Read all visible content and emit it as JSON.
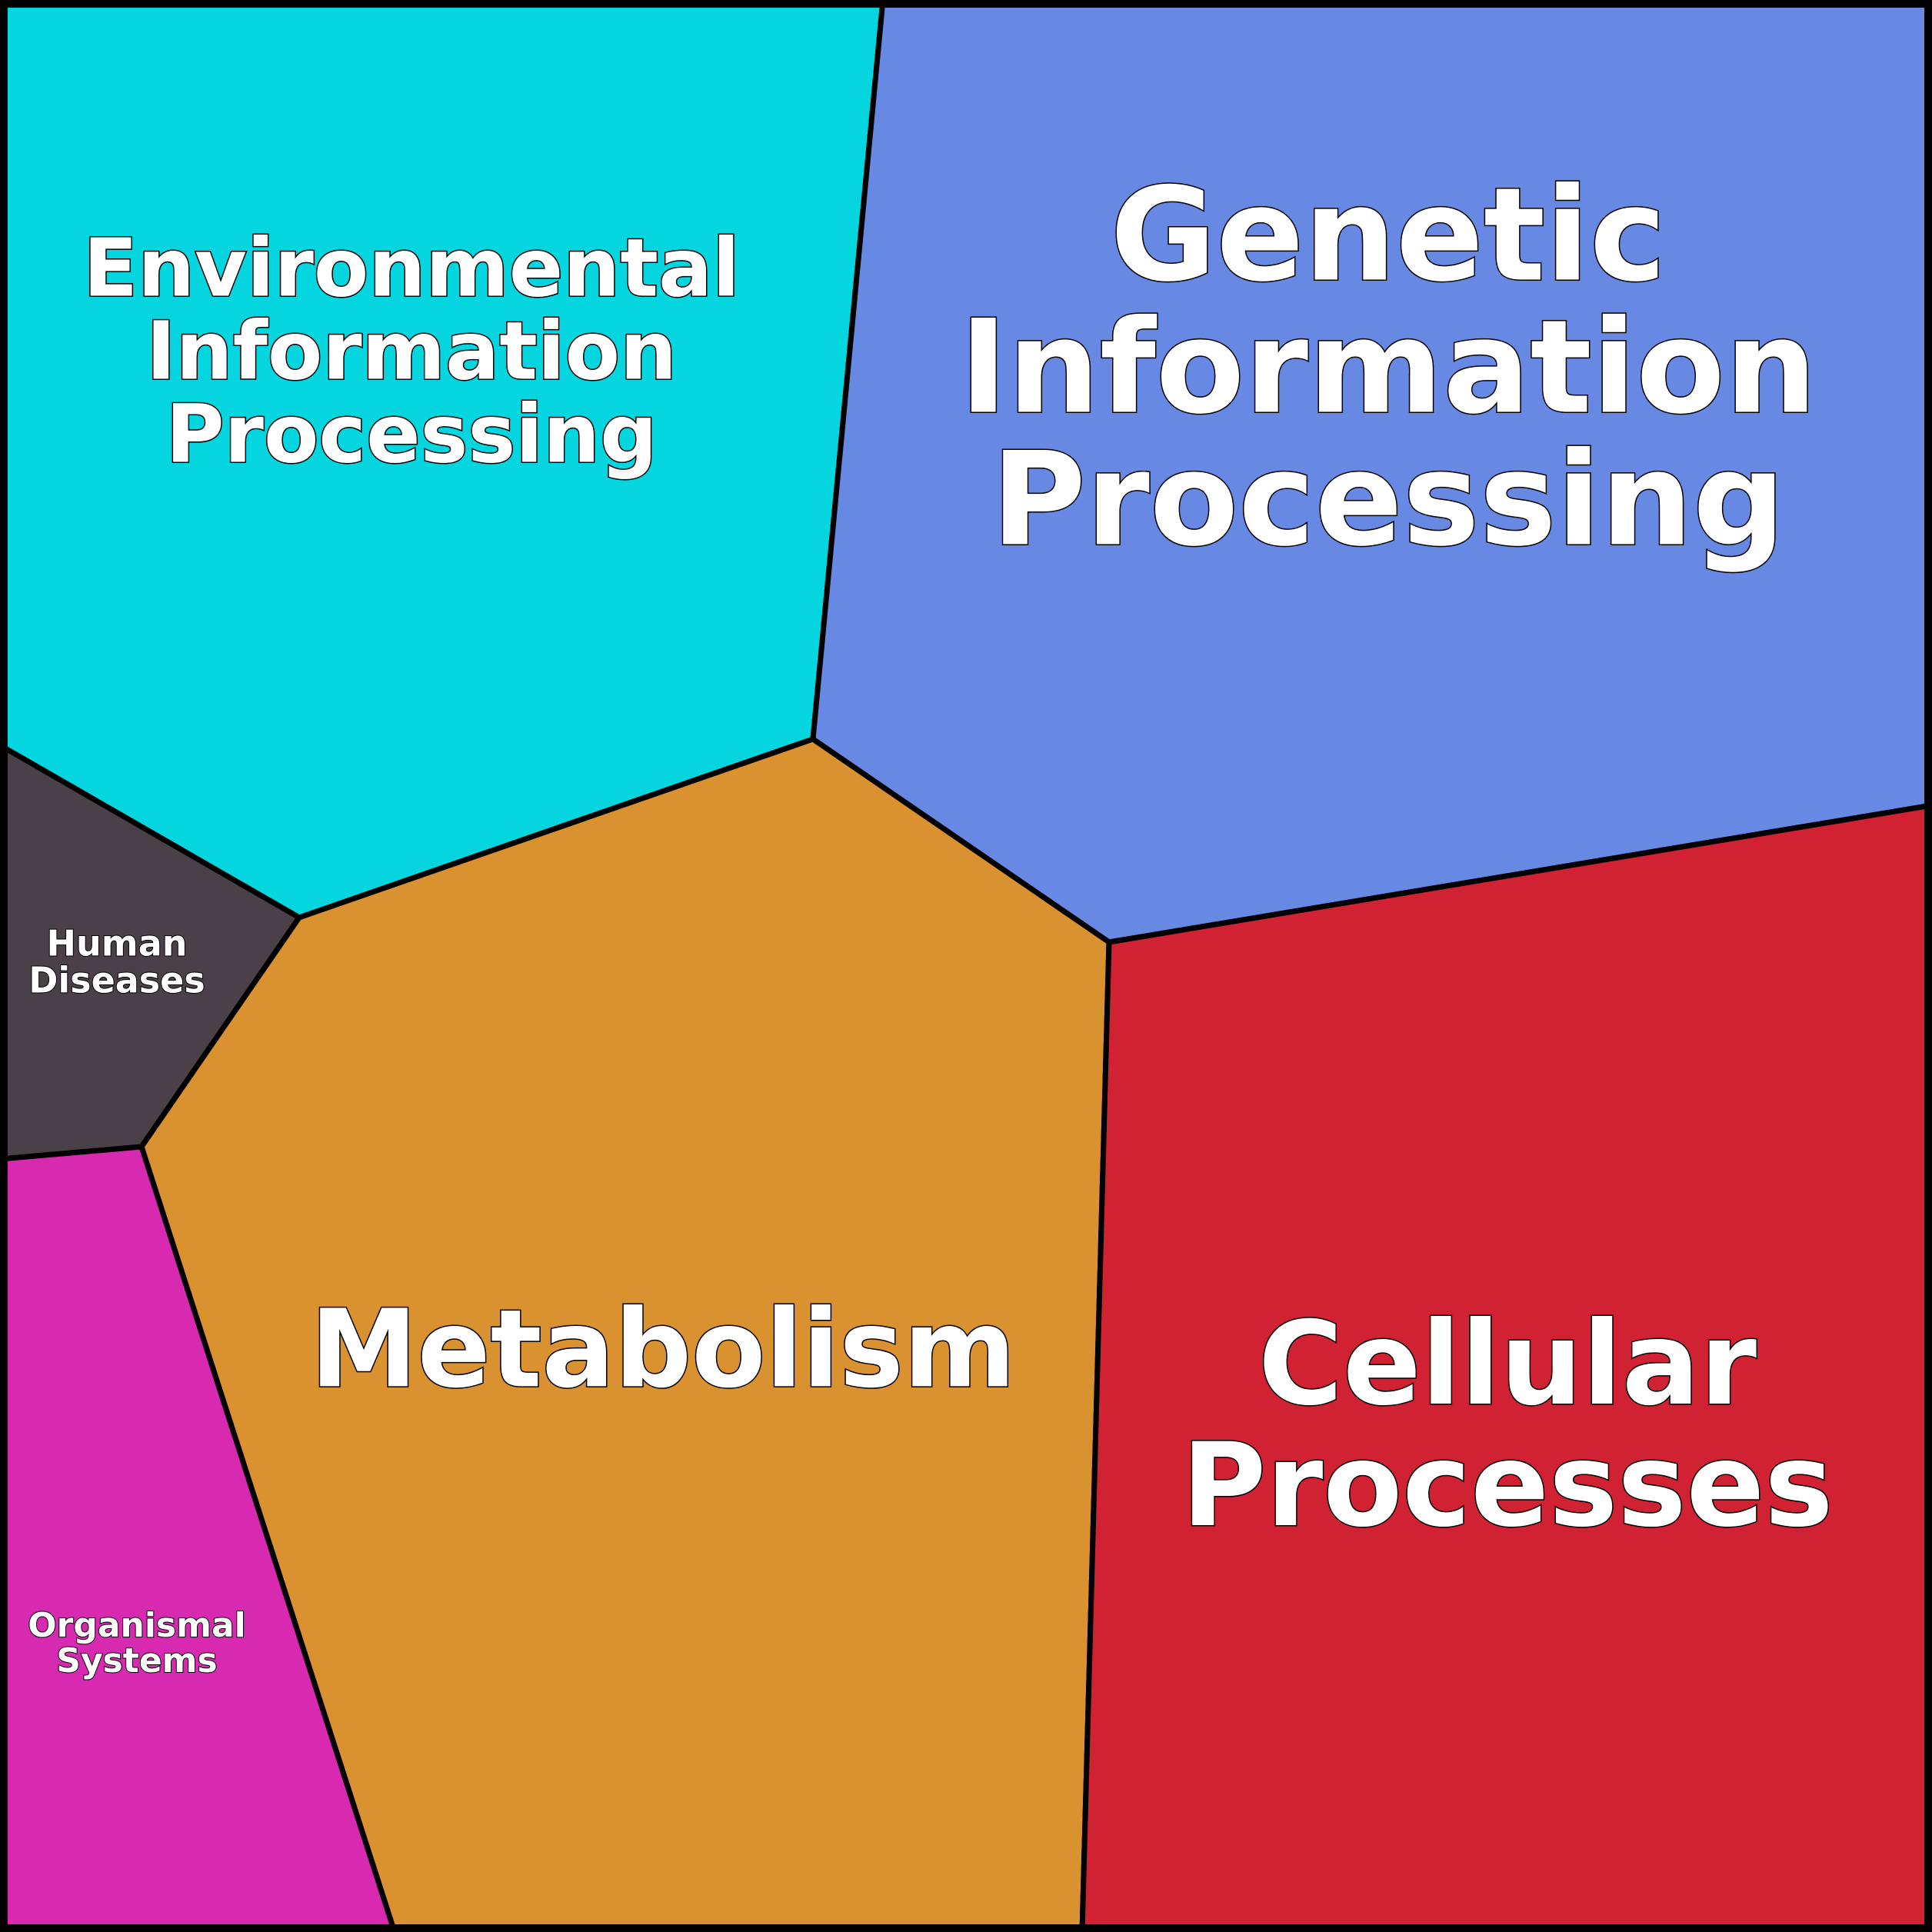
{
  "title": "",
  "cells": [
    {
      "id": "environmental",
      "lines": [
        "Environmental",
        "Information",
        "Processing"
      ],
      "color": "#05d5de",
      "interactable": true
    },
    {
      "id": "genetic",
      "lines": [
        "Genetic",
        "Information",
        "Processing"
      ],
      "color": "#6789e4",
      "interactable": true
    },
    {
      "id": "human-diseases",
      "lines": [
        "Human",
        "Diseases"
      ],
      "color": "#4a4048",
      "interactable": true
    },
    {
      "id": "metabolism",
      "lines": [
        "Metabolism"
      ],
      "color": "#da9130",
      "interactable": true
    },
    {
      "id": "cellular",
      "lines": [
        "Cellular",
        "Processes"
      ],
      "color": "#d02232",
      "interactable": true
    },
    {
      "id": "organismal",
      "lines": [
        "Organismal",
        "Systems"
      ],
      "color": "#d829b1",
      "interactable": true
    }
  ],
  "border_color": "#000000"
}
